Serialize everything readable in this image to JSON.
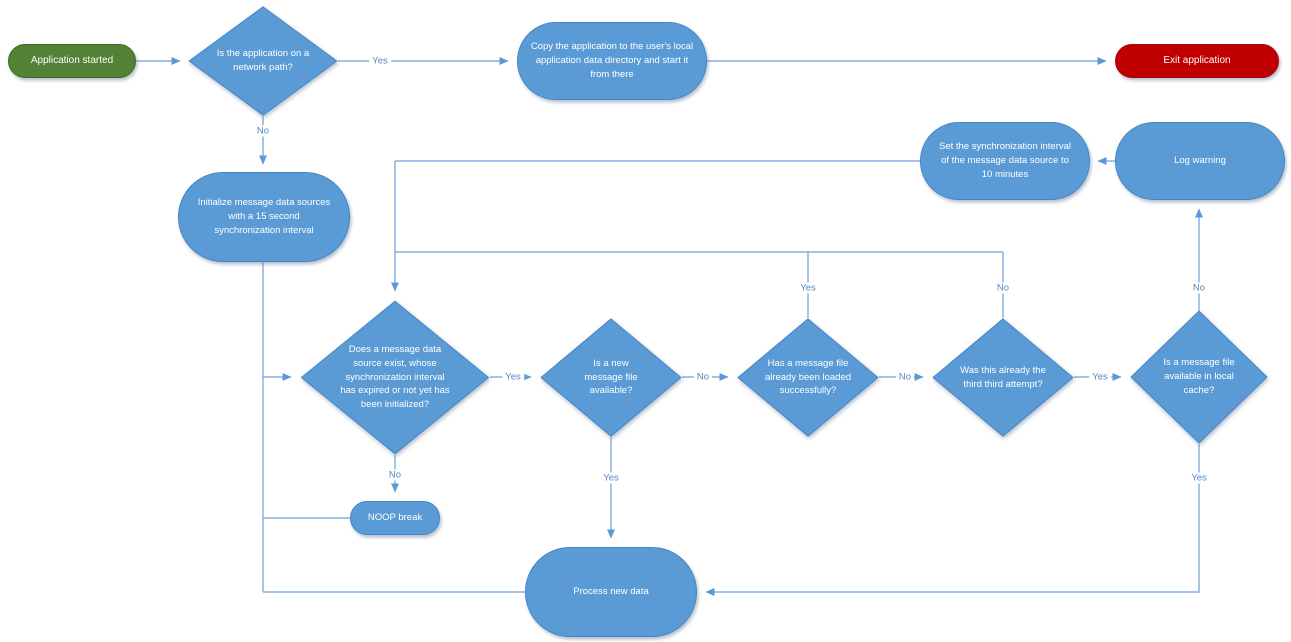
{
  "diagram": {
    "colors": {
      "node_blue": "#5B9BD5",
      "node_green": "#538135",
      "node_red": "#C00000",
      "connector_blue": "#6BA1D9"
    },
    "nodes": {
      "start": {
        "label": "Application started"
      },
      "network_path": {
        "label": "Is the application on a network path?"
      },
      "copy_app": {
        "label": "Copy the application to the user's local application data directory and start it from there"
      },
      "exit_app": {
        "label": "Exit application"
      },
      "set_interval": {
        "label": "Set the synchronization interval of the message data source to 10 minutes"
      },
      "log_warning": {
        "label": "Log warning"
      },
      "init_sources": {
        "label": "Initialize message data sources with a 15 second synchronization interval"
      },
      "source_exists": {
        "label": "Does a message data source exist, whose synchronization interval has expired or not yet has been initialized?"
      },
      "new_file": {
        "label": "Is a new message  file available?"
      },
      "already_loaded": {
        "label": "Has a message file already been loaded successfully?"
      },
      "third_attempt": {
        "label": "Was this already the third third attempt?"
      },
      "local_cache": {
        "label": "Is a message file available in local cache?"
      },
      "noop_break": {
        "label": "NOOP break"
      },
      "process_data": {
        "label": "Process new data"
      }
    },
    "edge_labels": {
      "network_yes": "Yes",
      "network_no": "No",
      "exists_yes": "Yes",
      "exists_no": "No",
      "newfile_no": "No",
      "newfile_yes": "Yes",
      "loaded_yes": "Yes",
      "loaded_no": "No",
      "third_no": "No",
      "third_yes": "Yes",
      "cache_no": "No",
      "cache_yes": "Yes"
    }
  }
}
